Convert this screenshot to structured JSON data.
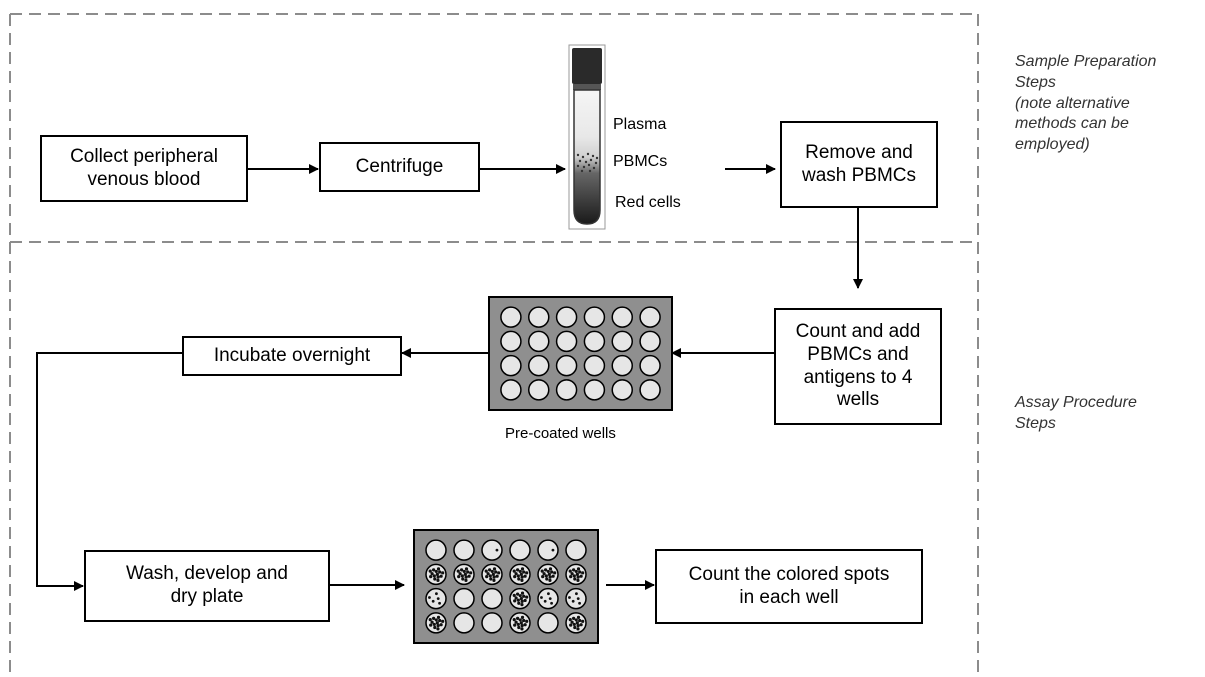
{
  "boxes": {
    "collect": [
      "Collect peripheral",
      "venous blood"
    ],
    "centrifuge": "Centrifuge",
    "remove": [
      "Remove and",
      "wash PBMCs"
    ],
    "count_add": [
      "Count and add",
      "PBMCs and",
      "antigens to 4",
      "wells"
    ],
    "incubate": "Incubate overnight",
    "wash": [
      "Wash, develop and",
      "dry plate"
    ],
    "count_spots": [
      "Count the colored spots",
      "in each well"
    ]
  },
  "tube_labels": {
    "plasma": "Plasma",
    "pbmcs": "PBMCs",
    "red_cells": "Red cells"
  },
  "plate_label": "Pre-coated wells",
  "side_labels": {
    "sample_prep": [
      "Sample Preparation",
      "Steps",
      "(note alternative",
      "methods can be",
      "employed)"
    ],
    "assay": [
      "Assay Procedure",
      "Steps"
    ]
  },
  "colors": {
    "stroke": "#000000",
    "dashed": "#8c8c8c",
    "well_fill": "#e6e6e6",
    "plate_fill": "#8f8f8f",
    "side_text": "#333333"
  }
}
